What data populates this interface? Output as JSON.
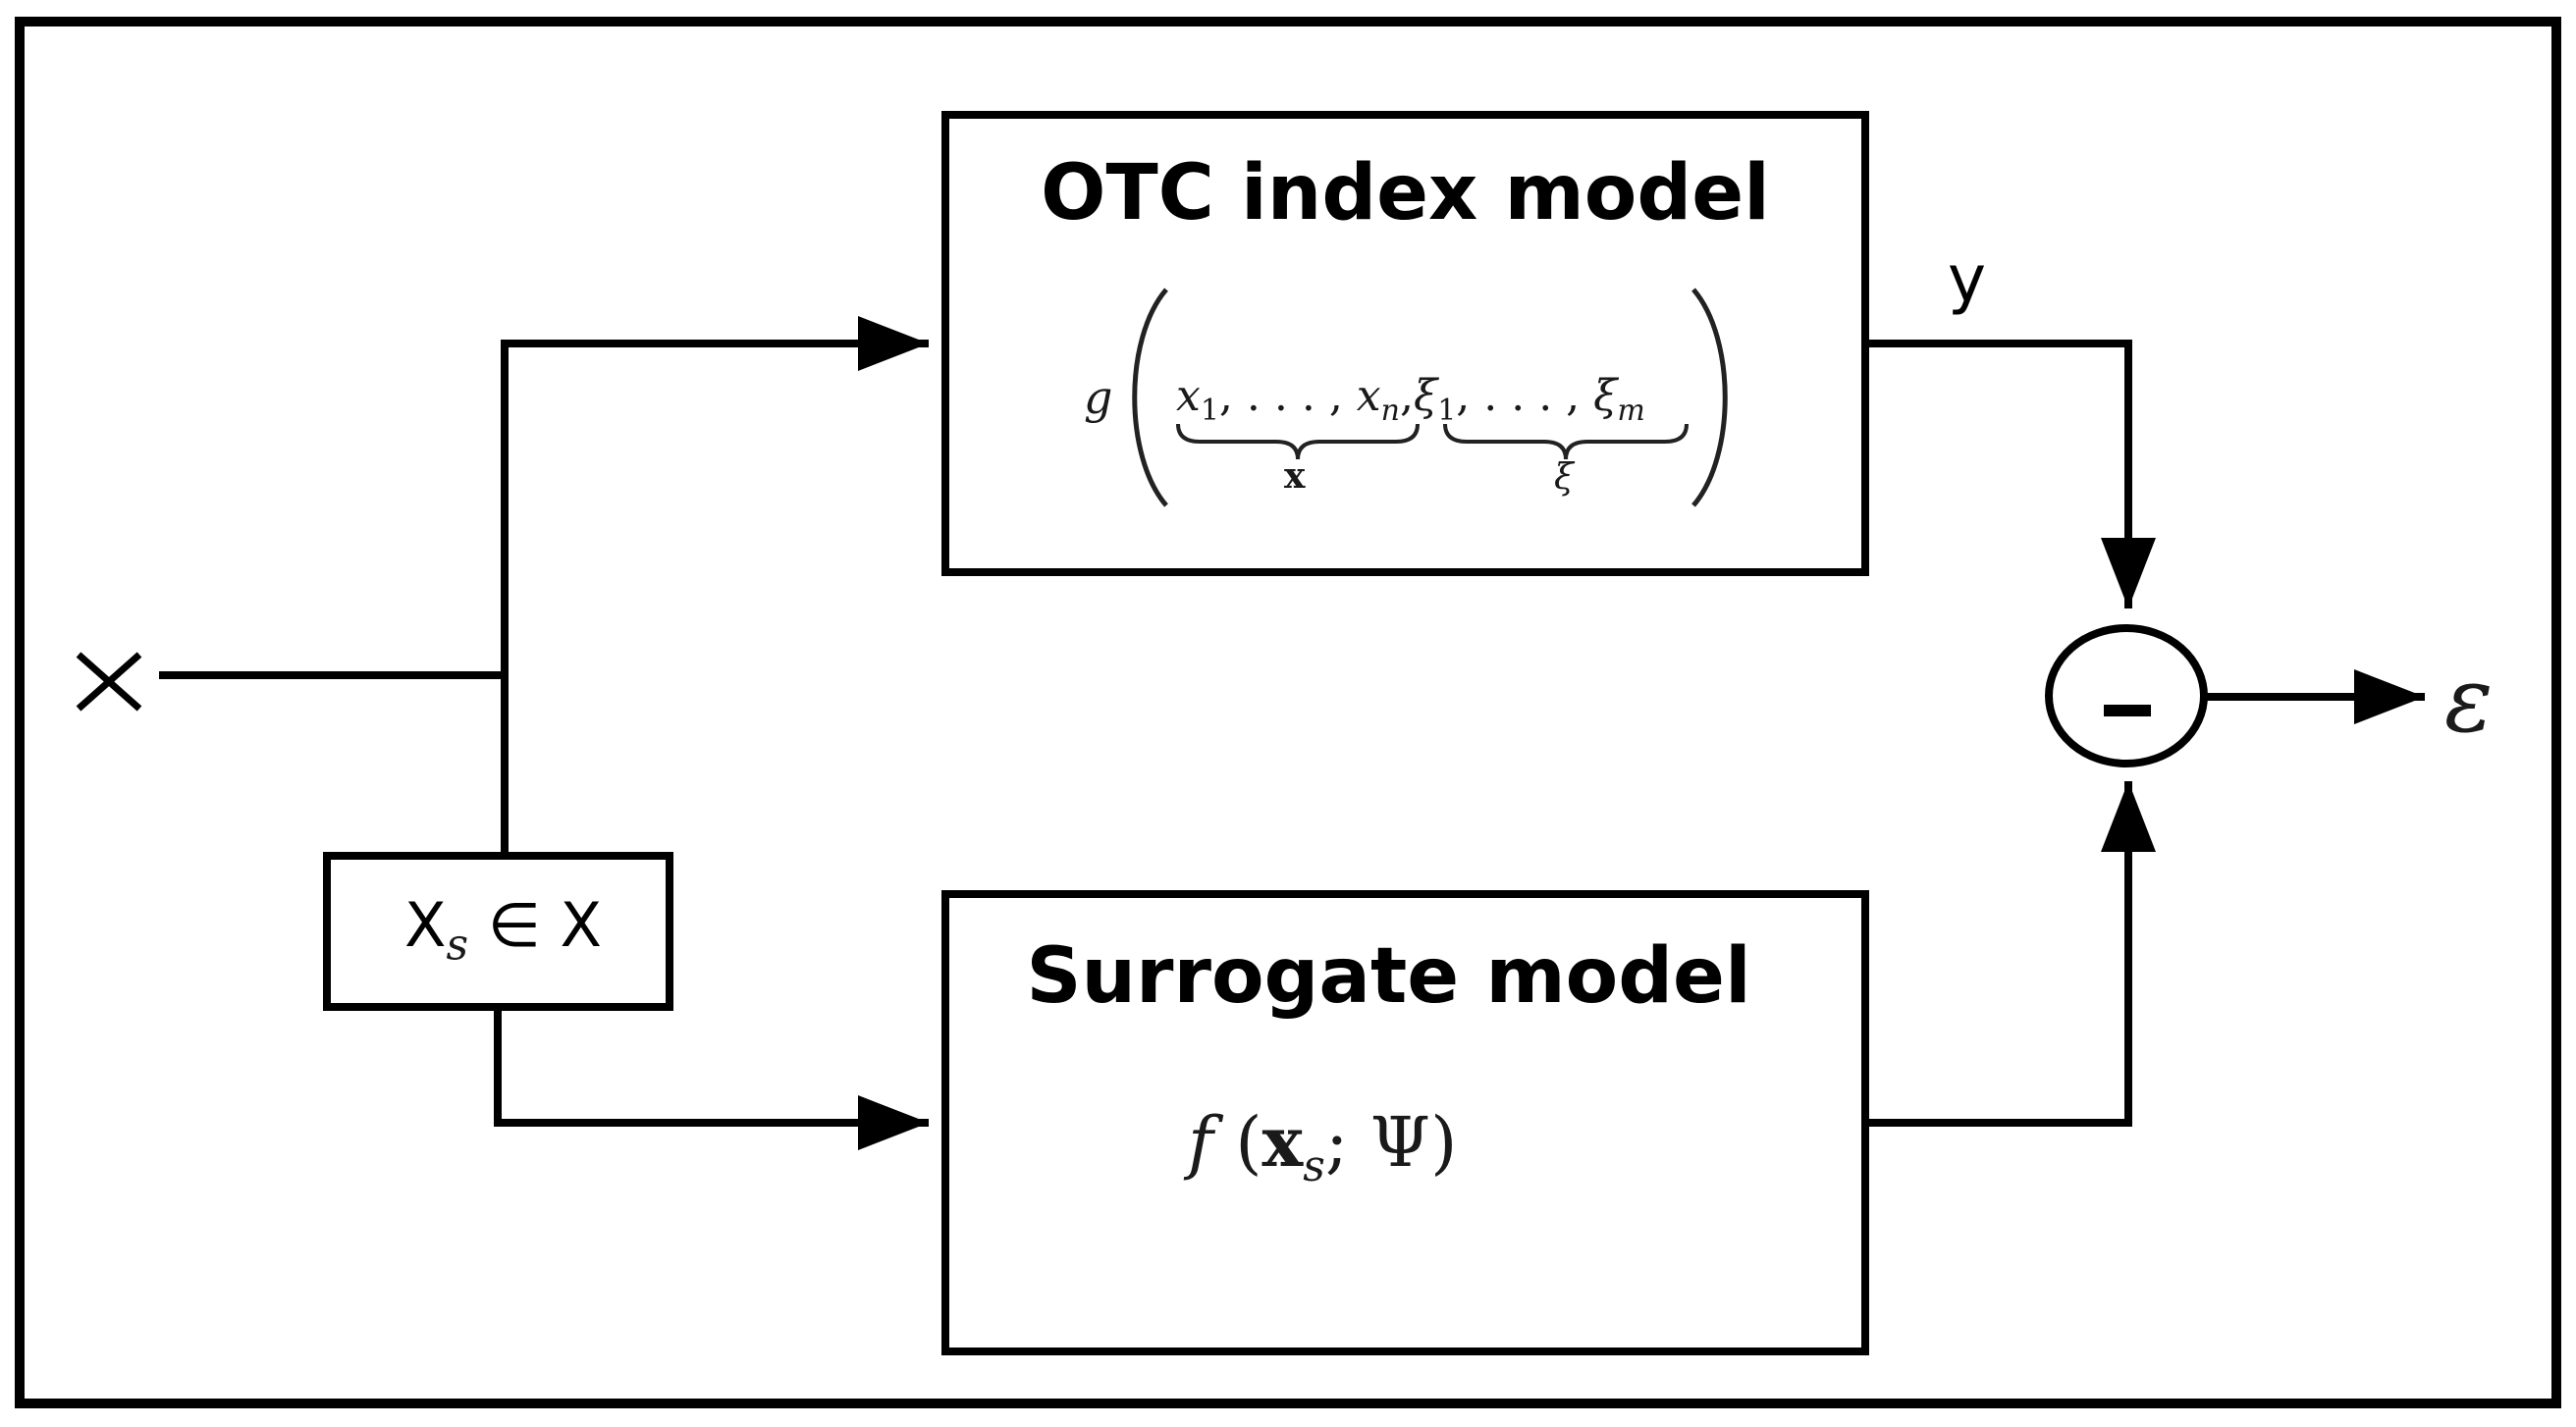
{
  "input_label": "X",
  "output_label": "ε",
  "y_label": "y",
  "selector": {
    "text": "X",
    "sub": "s",
    "rest": "∈ X"
  },
  "top_block": {
    "title": "OTC index model",
    "func": "g",
    "x_terms": "x",
    "x_sub_1": "1",
    "x_dots": ", . . . , ",
    "x_sub_n": "n",
    "comma": ",",
    "xi_terms": "ξ",
    "xi_sub_1": "1",
    "xi_dots": ", . . . , ",
    "xi_sub_m": "m",
    "x_brace_label": "x",
    "xi_brace_label": "ξ"
  },
  "bottom_block": {
    "title": "Surrogate model",
    "formula_prefix": "f",
    "formula_open": "(",
    "formula_x": "x",
    "formula_sub": "s",
    "formula_rest": "; Ψ",
    "formula_close": ")"
  },
  "comparator_symbol": "−"
}
